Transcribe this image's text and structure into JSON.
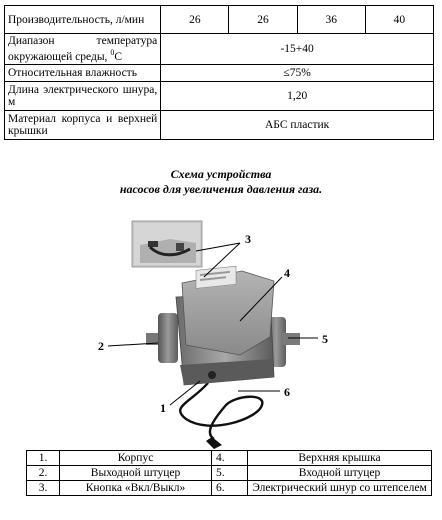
{
  "specs": {
    "rows": [
      {
        "label": "Производительность, л/мин",
        "values": [
          "26",
          "26",
          "36",
          "40"
        ]
      },
      {
        "label_main": "Диапазон температура окружающей среды, ",
        "label_sup": "0",
        "label_unit": "С",
        "value": "-15+40"
      },
      {
        "label": "Относительная влажность",
        "value": "≤75%"
      },
      {
        "label": "Длина электрического шнура, м",
        "value": "1,20"
      },
      {
        "label": "Материал корпуса и верхней крышки",
        "value": "АБС пластик"
      }
    ]
  },
  "caption": {
    "line1": "Схема устройства",
    "line2": "насосов для увеличения давления газа."
  },
  "callouts": [
    "1",
    "2",
    "3",
    "4",
    "5",
    "6"
  ],
  "parts": [
    {
      "n1": "1.",
      "name1": "Корпус",
      "n2": "4.",
      "name2": "Верхняя крышка"
    },
    {
      "n1": "2.",
      "name1": "Выходной штуцер",
      "n2": "5.",
      "name2": "Входной штуцер"
    },
    {
      "n1": "3.",
      "name1": "Кнопка «Вкл/Выкл»",
      "n2": "6.",
      "name2": "Электрический шнур со штепселем"
    }
  ]
}
